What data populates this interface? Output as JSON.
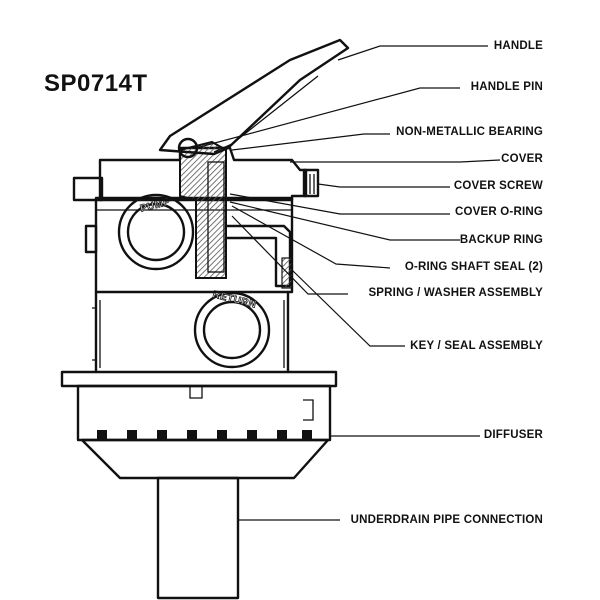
{
  "diagram": {
    "model": "SP0714T",
    "port_labels": {
      "pump": "PUMP",
      "return": "RETURN"
    },
    "callouts": [
      "HANDLE",
      "HANDLE PIN",
      "NON-METALLIC BEARING",
      "COVER",
      "COVER SCREW",
      "COVER O-RING",
      "BACKUP RING",
      "O-RING SHAFT SEAL (2)",
      "SPRING / WASHER ASSEMBLY",
      "KEY / SEAL ASSEMBLY",
      "DIFFUSER",
      "UNDERDRAIN PIPE CONNECTION"
    ],
    "colors": {
      "ink": "#111111",
      "background": "#ffffff",
      "hatch": "#555555"
    }
  }
}
